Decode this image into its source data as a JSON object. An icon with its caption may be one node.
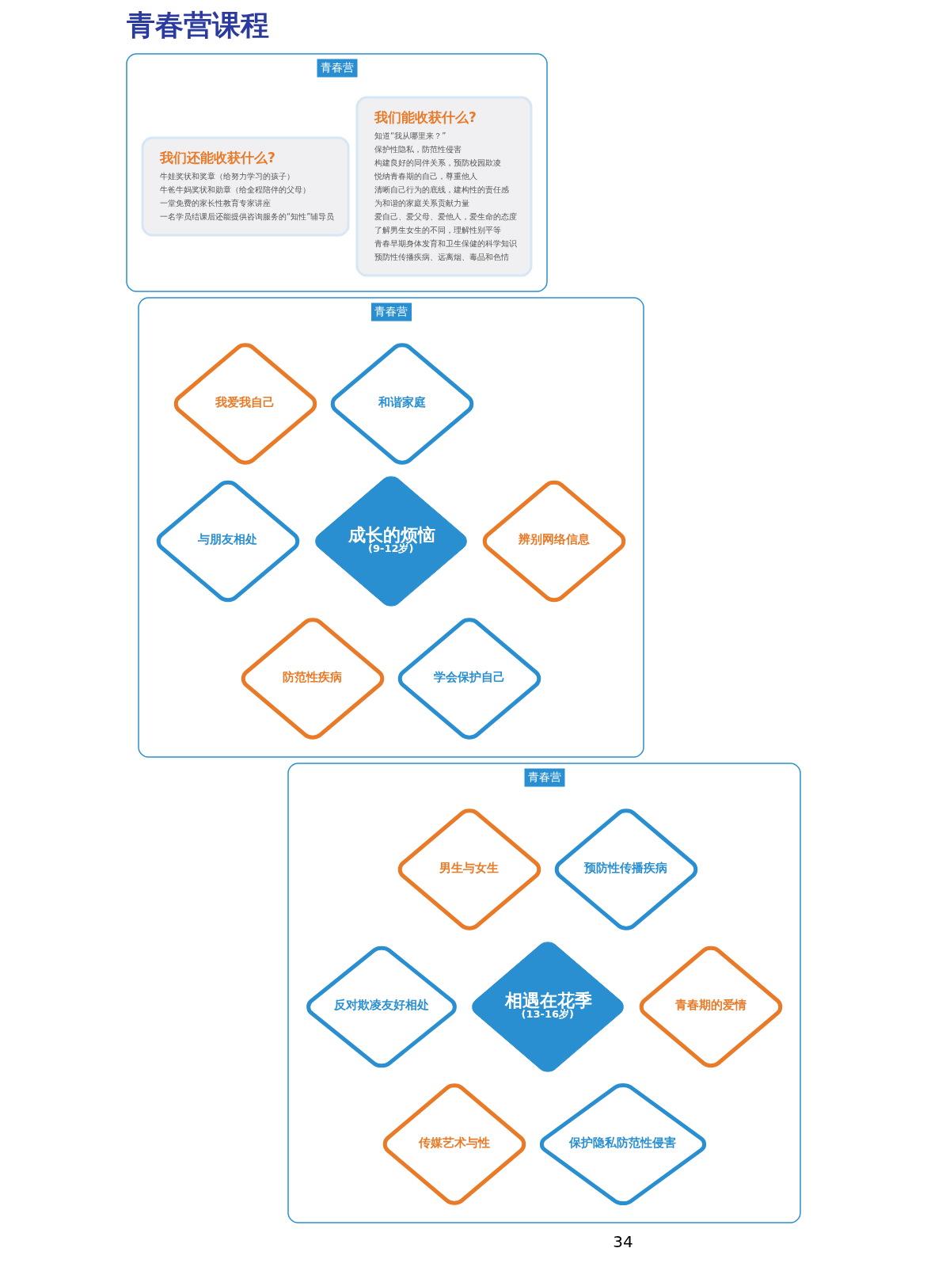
{
  "diagram": {
    "title": "青春营课程",
    "nodes": [
      {
        "text": [
          "青春营"
        ]
      },
      {
        "text": [
          "我们能收获什么?",
          "知道“我从哪里来？”",
          "保护性隐私，防范性侵害",
          "构建良好的同伴关系，预防校园欺凌",
          "悦纳青春期的自己，尊重他人",
          "清晰自己行为的底线，建构性的责任感",
          "为和谐的家庭关系贡献力量",
          "爱自己、爱父母、爱他人，爱生命的态度",
          "了解男生女生的不同，理解性别平等",
          "青春早期身体发育和卫生保健的科学知识",
          "预防性传播疾病、远离烟、毒品和色情"
        ],
        "in": 0
      },
      {
        "text": [
          "我们还能收获什么?",
          "牛娃奖状和奖章（给努力学习的孩子）",
          "牛爸牛妈奖状和勋章（给全程陪伴的父母）",
          "一堂免费的家长性教育专家讲座",
          "一名学员结课后还能提供咨询服务的“知性”辅导员"
        ],
        "in": 0
      },
      {
        "text": [
          "青春营"
        ]
      },
      {
        "text": [
          "我爱我自己"
        ],
        "in": 3
      },
      {
        "text": [
          "和谐家庭"
        ],
        "in": 3
      },
      {
        "text": [
          "与朋友相处"
        ],
        "in": 3
      },
      {
        "text": [
          "成长的烦恼",
          "(9-12岁)"
        ],
        "in": 3
      },
      {
        "text": [
          "辨别网络信息"
        ],
        "in": 3
      },
      {
        "text": [
          "防范性疾病"
        ],
        "in": 3
      },
      {
        "text": [
          "学会保护自己"
        ],
        "in": 3
      },
      {
        "text": [
          "青春营"
        ]
      },
      {
        "text": [
          "男生与女生"
        ],
        "in": 11
      },
      {
        "text": [
          "预防性传播疾病"
        ],
        "in": 11
      },
      {
        "text": [
          "反对欺凌友好相处"
        ],
        "in": 11
      },
      {
        "text": [
          "相遇在花季",
          "(13-16岁)"
        ],
        "in": 11
      },
      {
        "text": [
          "青春期的爱情"
        ],
        "in": 11
      },
      {
        "text": [
          "传媒艺术与性"
        ],
        "in": 11
      },
      {
        "text": [
          "保护隐私防范性侵害"
        ],
        "in": 11
      }
    ],
    "edges": [],
    "labels": [
      "34"
    ]
  }
}
